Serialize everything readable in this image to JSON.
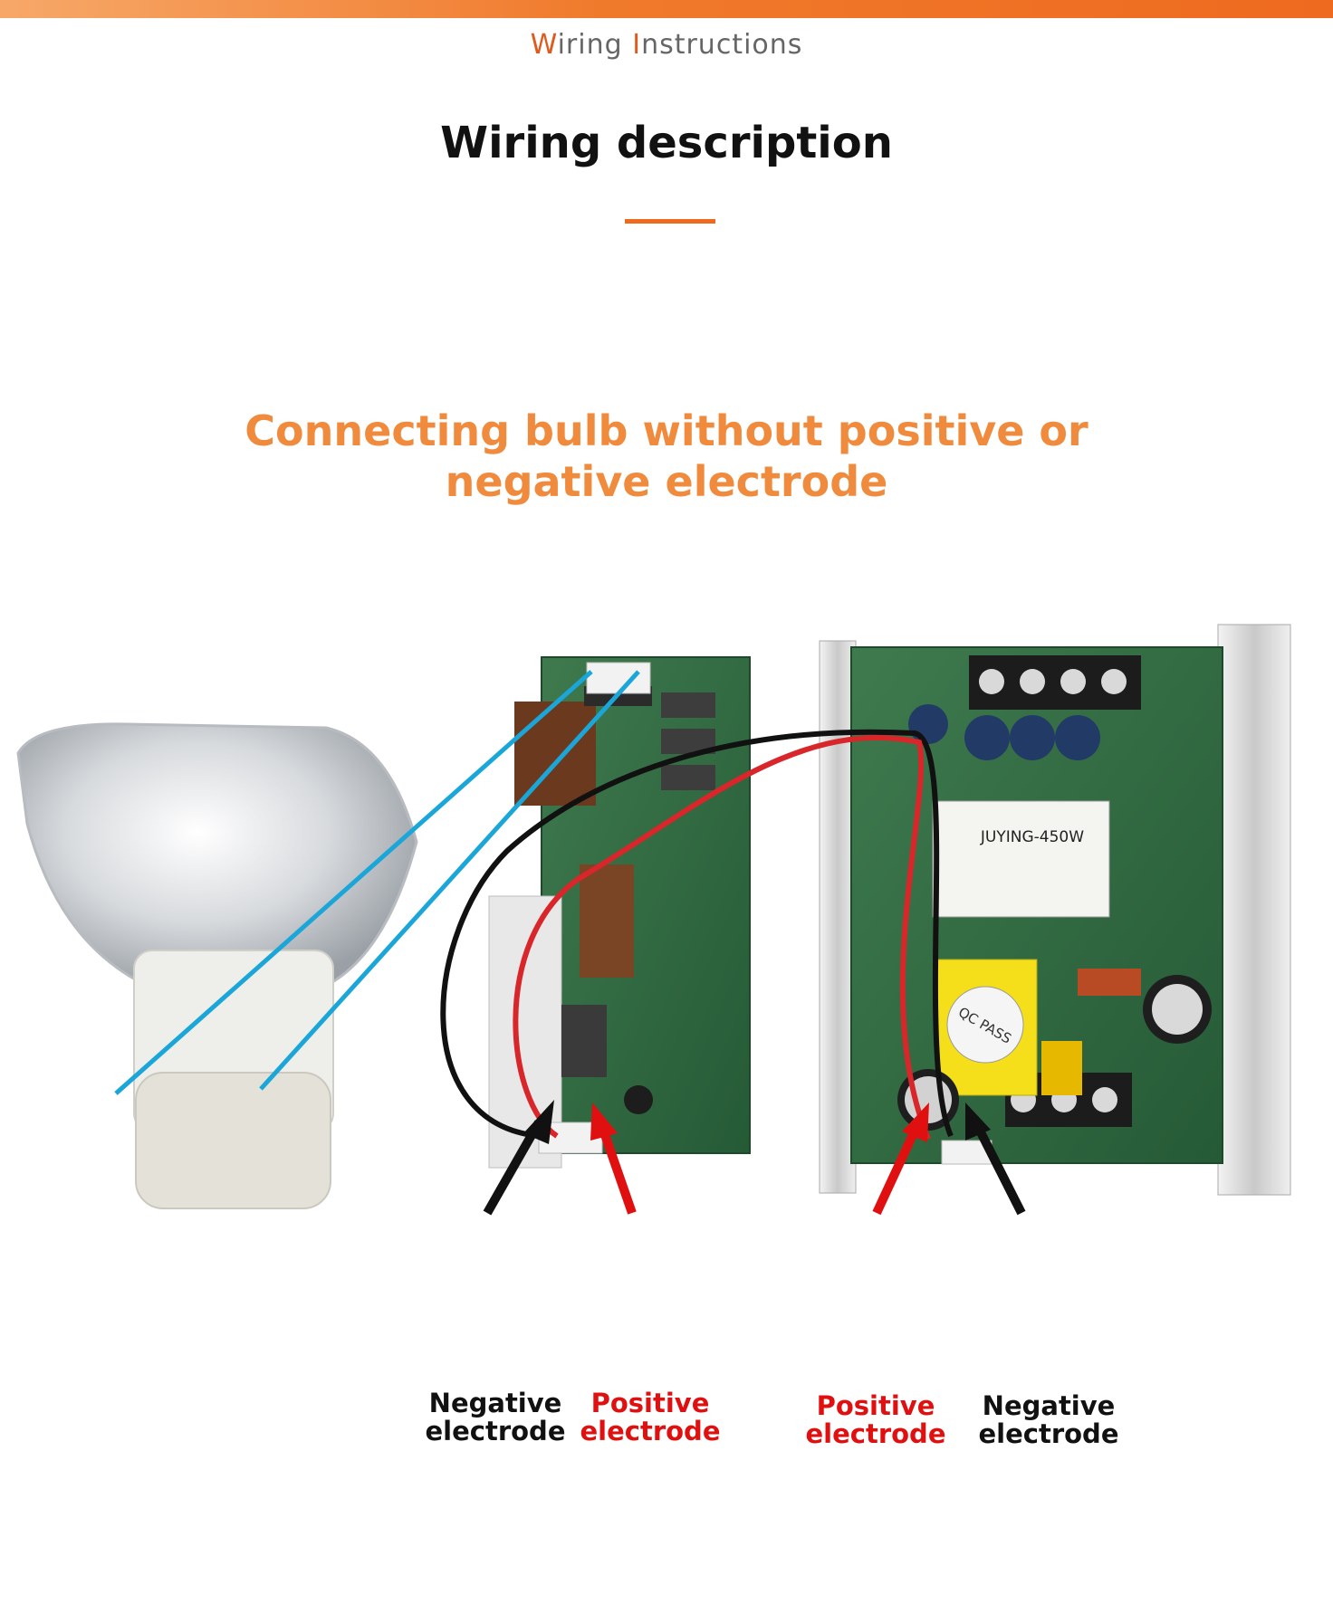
{
  "header": {
    "first_letter": "W",
    "first_rest": "iring ",
    "second_letter": "I",
    "second_rest": "nstructions"
  },
  "title": "Wiring description",
  "subtitle_line1": "Connecting bulb without positive or",
  "subtitle_line2": "negative electrode",
  "psu_label": "JUYING-450W",
  "qc_label": "QC PASS",
  "labels": {
    "neg1_a": "Negative",
    "neg1_b": "electrode",
    "pos1_a": "Positive",
    "pos1_b": "electrode",
    "pos2_a": "Positive",
    "pos2_b": "electrode",
    "neg2_a": "Negative",
    "neg2_b": "electrode"
  },
  "colors": {
    "accent": "#ee6a1f",
    "subtitle": "#f08a3c",
    "positive": "#e01010",
    "wire_blue": "#1aa6d8"
  }
}
